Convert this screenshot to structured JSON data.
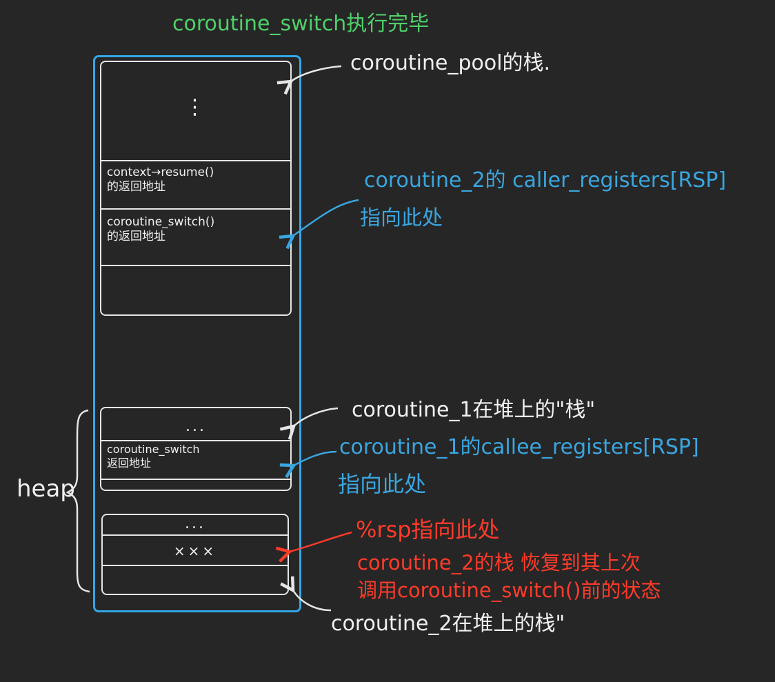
{
  "title": "coroutine_switch执行完毕",
  "pool_stack": {
    "label": "coroutine_pool的栈.",
    "dots": "⋮",
    "cell_resume": "context→resume()\n的返回地址",
    "cell_switch": "coroutine_switch()\n的返回地址"
  },
  "coroutine1_stack": {
    "label": "coroutine_1在堆上的\"栈\"",
    "dots": "...",
    "cell_switch": "coroutine_switch\n返回地址"
  },
  "coroutine2_stack": {
    "label": "coroutine_2在堆上的栈\"",
    "dots": "...",
    "cell_xxx": "×××"
  },
  "annotations": {
    "caller_rsp": "coroutine_2的 caller_registers[RSP]",
    "caller_rsp_line2": "指向此处",
    "callee_rsp": "coroutine_1的callee_registers[RSP]",
    "callee_rsp_line2": "指向此处",
    "rsp_line1": "%rsp指向此处",
    "rsp_line2": "coroutine_2的栈 恢复到其上次",
    "rsp_line3": "调用coroutine_switch()前的状态"
  },
  "heap_label": "heap",
  "colors": {
    "background": "#262626",
    "green": "#4fd06a",
    "blue": "#3aa6e0",
    "red": "#ff3b2a",
    "white": "#f0f0f0"
  }
}
